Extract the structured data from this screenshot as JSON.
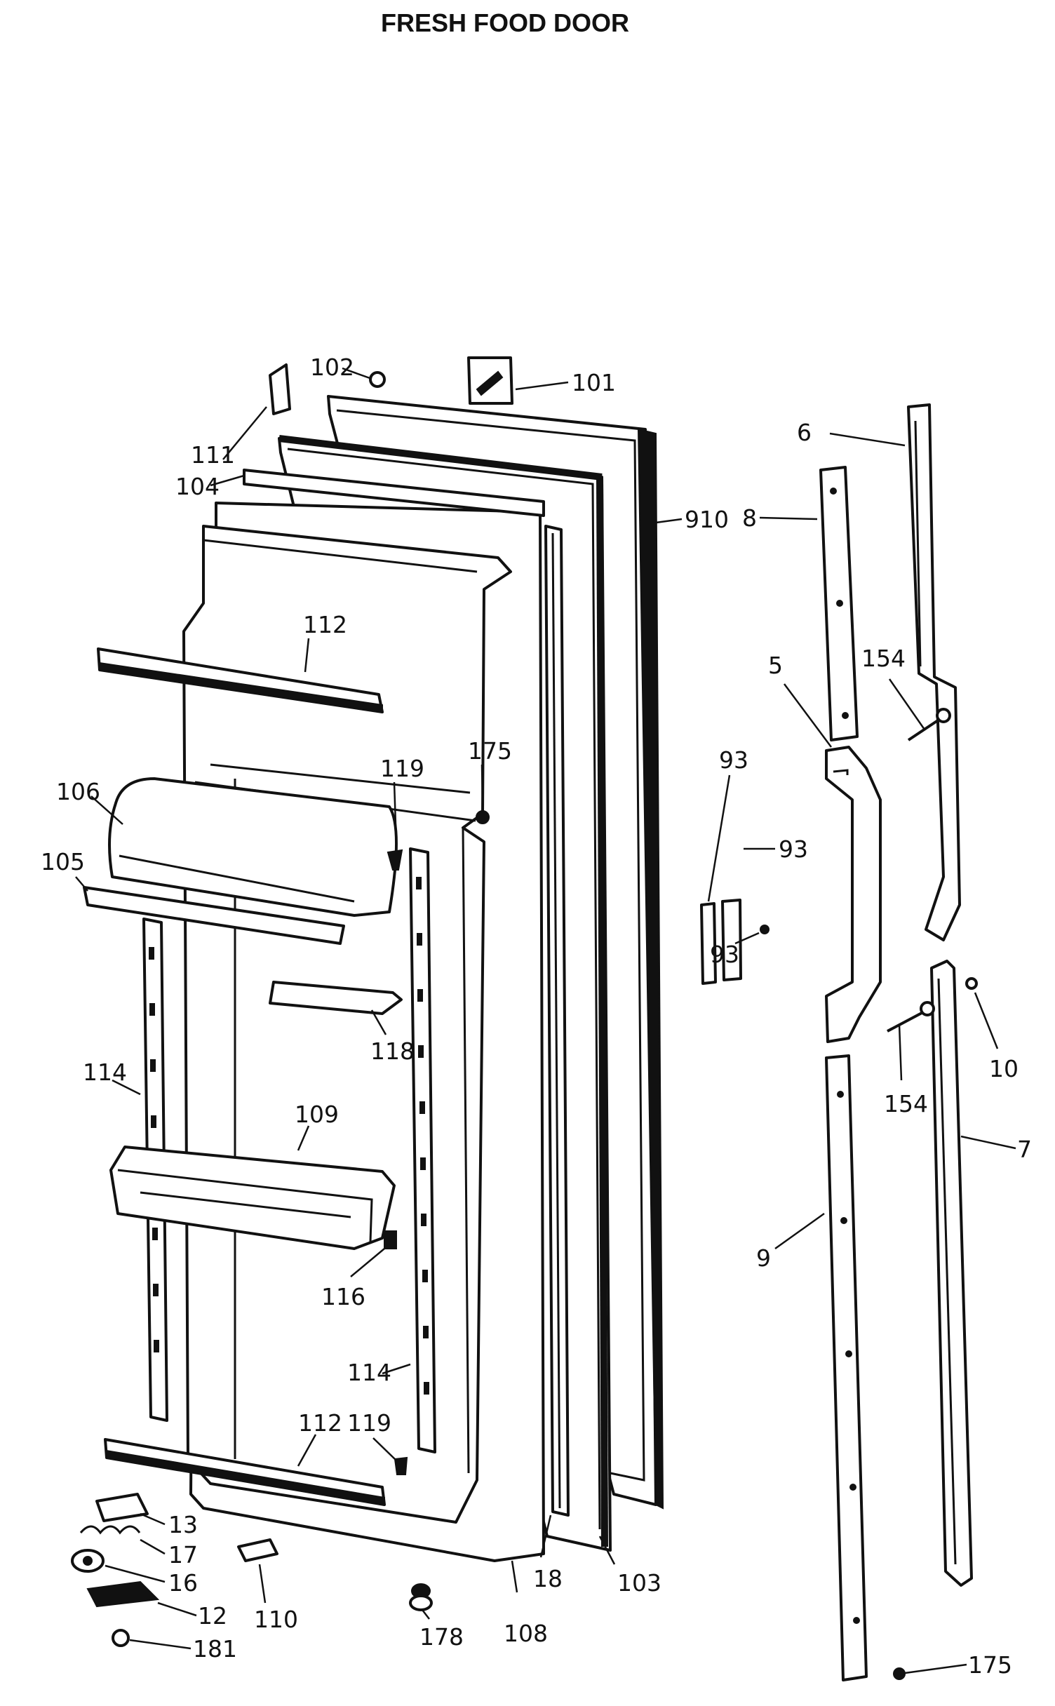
{
  "title": "FRESH FOOD DOOR",
  "callouts": {
    "c101": "101",
    "c102": "102",
    "c111": "111",
    "c104": "104",
    "c910": "910",
    "c6": "6",
    "c8": "8",
    "c5": "5",
    "c154a": "154",
    "c112a": "112",
    "c175a": "175",
    "c119a": "119",
    "c106": "106",
    "c105": "105",
    "c93a": "93",
    "c93b": "93",
    "c93c": "93",
    "c118": "118",
    "c10": "10",
    "c154b": "154",
    "c114a": "114",
    "c109": "109",
    "c7": "7",
    "c9": "9",
    "c116": "116",
    "c114b": "114",
    "c112b": "112",
    "c119b": "119",
    "c13": "13",
    "c17": "17",
    "c16": "16",
    "c12": "12",
    "c181": "181",
    "c110": "110",
    "c178": "178",
    "c108": "108",
    "c18": "18",
    "c103": "103",
    "c175b": "175"
  }
}
